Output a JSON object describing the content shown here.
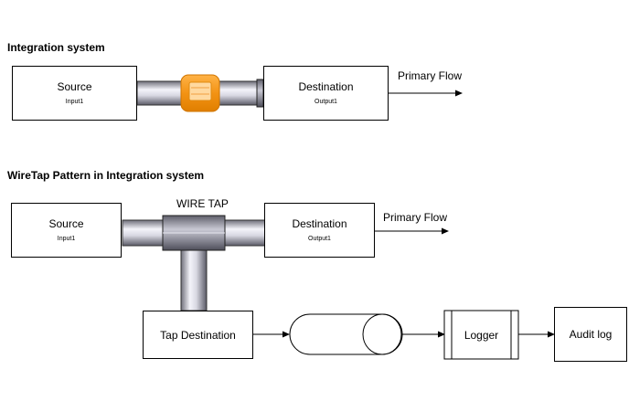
{
  "diagram1": {
    "title": "Integration system",
    "source": {
      "title": "Source",
      "subtitle": "Input1"
    },
    "destination": {
      "title": "Destination",
      "subtitle": "Output1"
    },
    "flow_label": "Primary Flow"
  },
  "diagram2": {
    "title": "WireTap Pattern in Integration system",
    "wiretap_label": "WIRE TAP",
    "source": {
      "title": "Source",
      "subtitle": "Input1"
    },
    "destination": {
      "title": "Destination",
      "subtitle": "Output1"
    },
    "flow_label": "Primary Flow",
    "tap_destination": "Tap Destination",
    "logger": "Logger",
    "audit_log": "Audit log"
  },
  "colors": {
    "pipe_light": "#f2f2f8",
    "pipe_dark": "#7a7a86",
    "valve_orange": "#f59a1e",
    "valve_light": "#ffc672"
  }
}
